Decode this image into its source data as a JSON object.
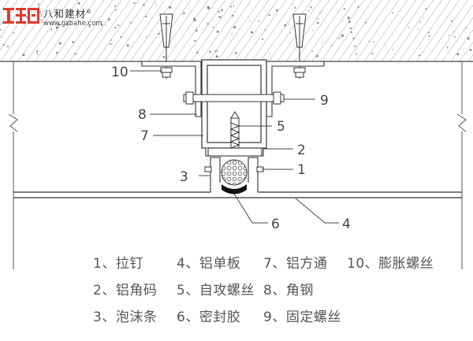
{
  "brand": {
    "name": "八和建材",
    "registered_mark": "®",
    "url": "www.gzbahe.com",
    "mark_color": "#e03a2a"
  },
  "callouts": [
    "1",
    "2",
    "3",
    "4",
    "5",
    "6",
    "7",
    "8",
    "9",
    "10"
  ],
  "legend": [
    {
      "num": "1、",
      "text": "拉钉"
    },
    {
      "num": "4、",
      "text": "铝单板"
    },
    {
      "num": "7、",
      "text": "铝方通"
    },
    {
      "num": "10、",
      "text": "膨胀螺丝"
    },
    {
      "num": "2、",
      "text": "铝角码"
    },
    {
      "num": "5、",
      "text": "自攻螺丝"
    },
    {
      "num": "8、",
      "text": "角钢"
    },
    {
      "num": "3、",
      "text": "泡沫条"
    },
    {
      "num": "6、",
      "text": "密封胶"
    },
    {
      "num": "9、",
      "text": "固定螺丝"
    }
  ],
  "colors": {
    "line": "#444444",
    "hatch": "#777777",
    "sealant": "#111111"
  }
}
